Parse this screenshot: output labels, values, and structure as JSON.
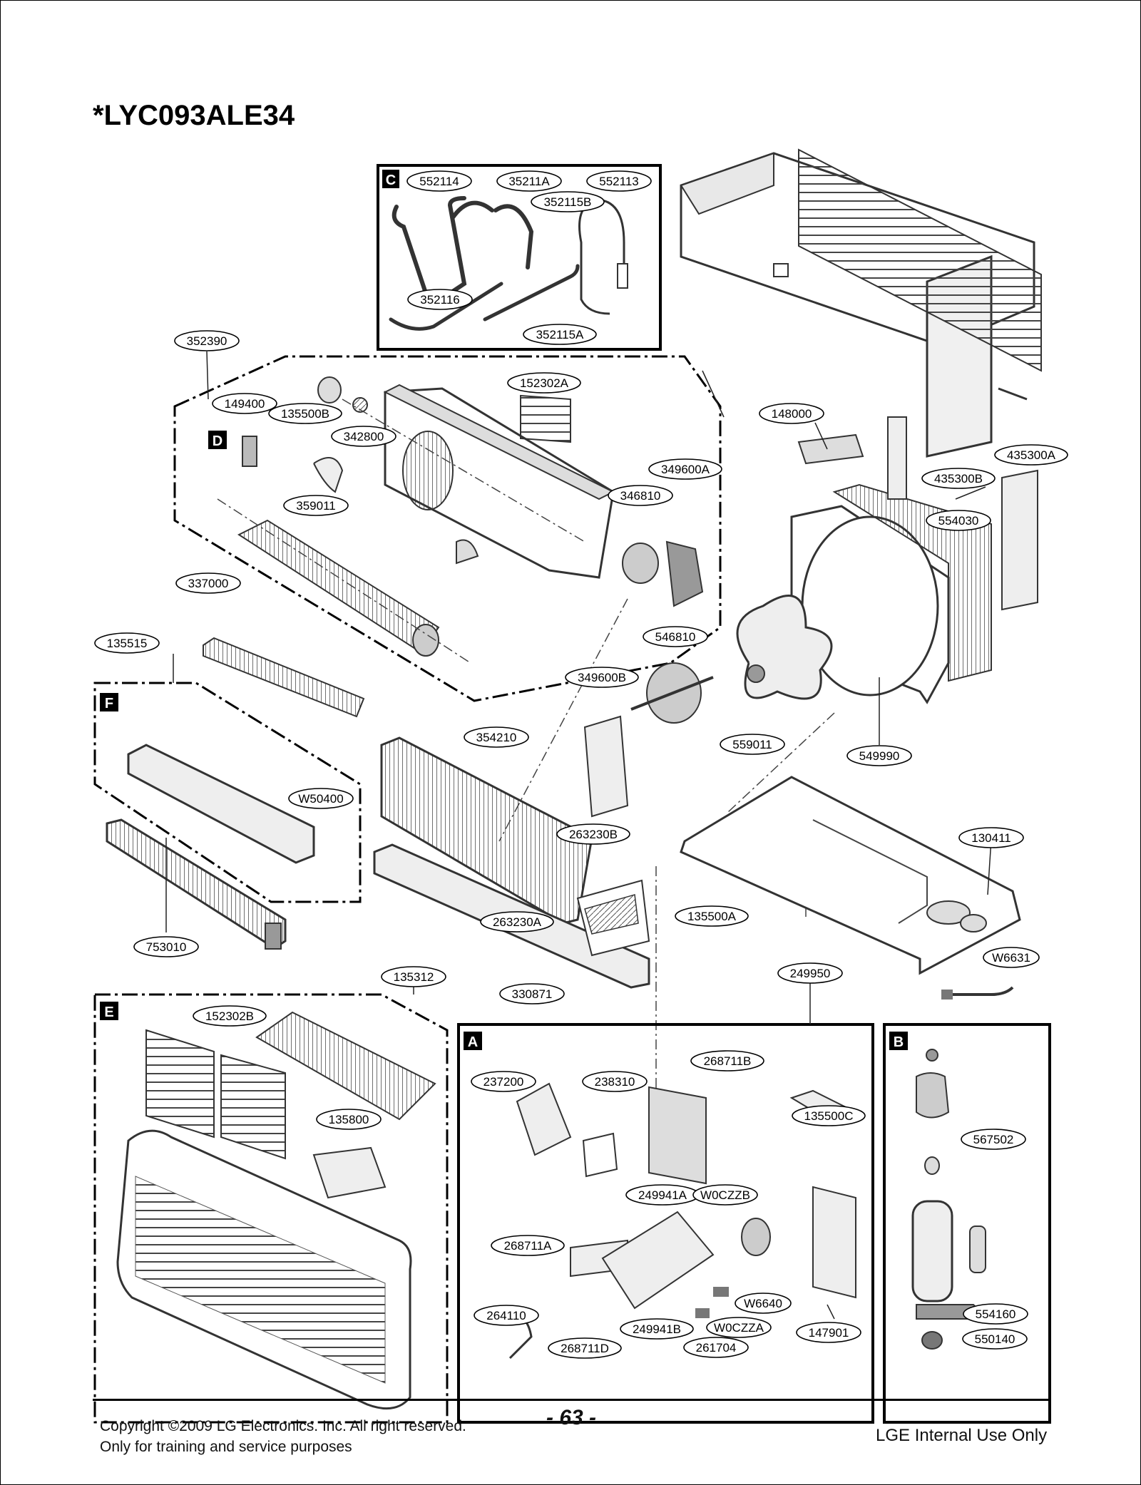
{
  "model": "*LYC093ALE34",
  "sections": {
    "A": "A",
    "B": "B",
    "C": "C",
    "D": "D",
    "E": "E",
    "F": "F"
  },
  "callouts": [
    {
      "id": "c-552114",
      "label": "552114"
    },
    {
      "id": "c-35211A",
      "label": "35211A"
    },
    {
      "id": "c-552113",
      "label": "552113"
    },
    {
      "id": "c-352115B",
      "label": "352115B"
    },
    {
      "id": "c-352116",
      "label": "352116"
    },
    {
      "id": "c-352115A",
      "label": "352115A"
    },
    {
      "id": "c-352390",
      "label": "352390"
    },
    {
      "id": "c-149400",
      "label": "149400"
    },
    {
      "id": "c-135500B",
      "label": "135500B"
    },
    {
      "id": "c-342800",
      "label": "342800"
    },
    {
      "id": "c-152302A",
      "label": "152302A"
    },
    {
      "id": "c-148000",
      "label": "148000"
    },
    {
      "id": "c-435300A",
      "label": "435300A"
    },
    {
      "id": "c-435300B",
      "label": "435300B"
    },
    {
      "id": "c-349600A",
      "label": "349600A"
    },
    {
      "id": "c-346810",
      "label": "346810"
    },
    {
      "id": "c-359011",
      "label": "359011"
    },
    {
      "id": "c-554030",
      "label": "554030"
    },
    {
      "id": "c-337000",
      "label": "337000"
    },
    {
      "id": "c-546810",
      "label": "546810"
    },
    {
      "id": "c-135515",
      "label": "135515"
    },
    {
      "id": "c-349600B",
      "label": "349600B"
    },
    {
      "id": "c-354210",
      "label": "354210"
    },
    {
      "id": "c-559011",
      "label": "559011"
    },
    {
      "id": "c-549990",
      "label": "549990"
    },
    {
      "id": "c-W50400",
      "label": "W50400"
    },
    {
      "id": "c-263230B",
      "label": "263230B"
    },
    {
      "id": "c-130411",
      "label": "130411"
    },
    {
      "id": "c-135500A",
      "label": "135500A"
    },
    {
      "id": "c-263230A",
      "label": "263230A"
    },
    {
      "id": "c-753010",
      "label": "753010"
    },
    {
      "id": "c-W6631",
      "label": "W6631"
    },
    {
      "id": "c-135312",
      "label": "135312"
    },
    {
      "id": "c-249950",
      "label": "249950"
    },
    {
      "id": "c-330871",
      "label": "330871"
    },
    {
      "id": "c-152302B",
      "label": "152302B"
    },
    {
      "id": "c-268711B",
      "label": "268711B"
    },
    {
      "id": "c-237200",
      "label": "237200"
    },
    {
      "id": "c-238310",
      "label": "238310"
    },
    {
      "id": "c-135500C",
      "label": "135500C"
    },
    {
      "id": "c-567502",
      "label": "567502"
    },
    {
      "id": "c-135800",
      "label": "135800"
    },
    {
      "id": "c-249941A",
      "label": "249941A"
    },
    {
      "id": "c-W0CZZB",
      "label": "W0CZZB"
    },
    {
      "id": "c-268711A",
      "label": "268711A"
    },
    {
      "id": "c-264110",
      "label": "264110"
    },
    {
      "id": "c-W6640",
      "label": "W6640"
    },
    {
      "id": "c-W0CZZA",
      "label": "W0CZZA"
    },
    {
      "id": "c-249941B",
      "label": "249941B"
    },
    {
      "id": "c-268711D",
      "label": "268711D"
    },
    {
      "id": "c-261704",
      "label": "261704"
    },
    {
      "id": "c-147901",
      "label": "147901"
    },
    {
      "id": "c-554160",
      "label": "554160"
    },
    {
      "id": "c-550140",
      "label": "550140"
    }
  ],
  "footer": {
    "copyright": "Copyright ©2009 LG Electronics. Inc. All right reserved.",
    "training": "Only for training and service purposes",
    "page": "- 63 -",
    "internal": "LGE Internal Use Only"
  }
}
